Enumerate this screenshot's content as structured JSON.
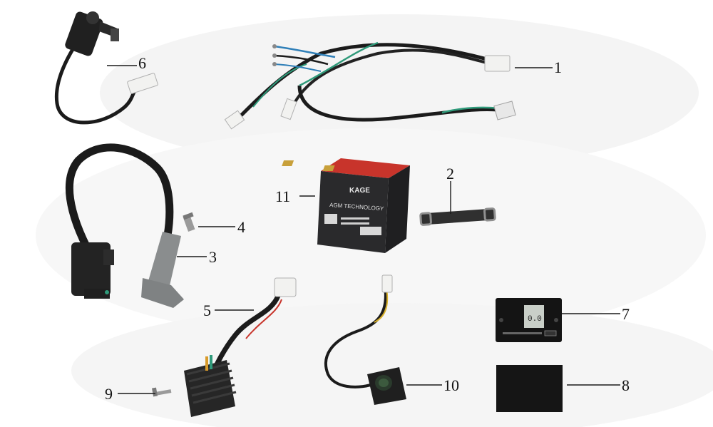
{
  "diagram": {
    "colors": {
      "background": "#ffffff",
      "leader": "#1a1a1a",
      "cable": "#1b1b1b",
      "battery_body": "#2a2a2c",
      "battery_top": "#c8342b",
      "connector": "#f2f2f0",
      "wire_blue": "#2f7fb8",
      "wire_green": "#2f9a7a",
      "plug_grey": "#8a8d8e"
    },
    "parts": [
      {
        "number": "1",
        "name": "wire harness"
      },
      {
        "number": "2",
        "name": "battery strap"
      },
      {
        "number": "3",
        "name": "spark plug cap"
      },
      {
        "number": "4",
        "name": "bolt"
      },
      {
        "number": "5",
        "name": "regulator cable"
      },
      {
        "number": "6",
        "name": "ignition switch"
      },
      {
        "number": "7",
        "name": "hour meter"
      },
      {
        "number": "8",
        "name": "rubber pad"
      },
      {
        "number": "9",
        "name": "screw"
      },
      {
        "number": "10",
        "name": "switch"
      },
      {
        "number": "11",
        "name": "battery"
      }
    ],
    "battery_labels": {
      "brand": "KAGE",
      "tech": "AGM TECHNOLOGY"
    },
    "meter_display": "0.0"
  }
}
